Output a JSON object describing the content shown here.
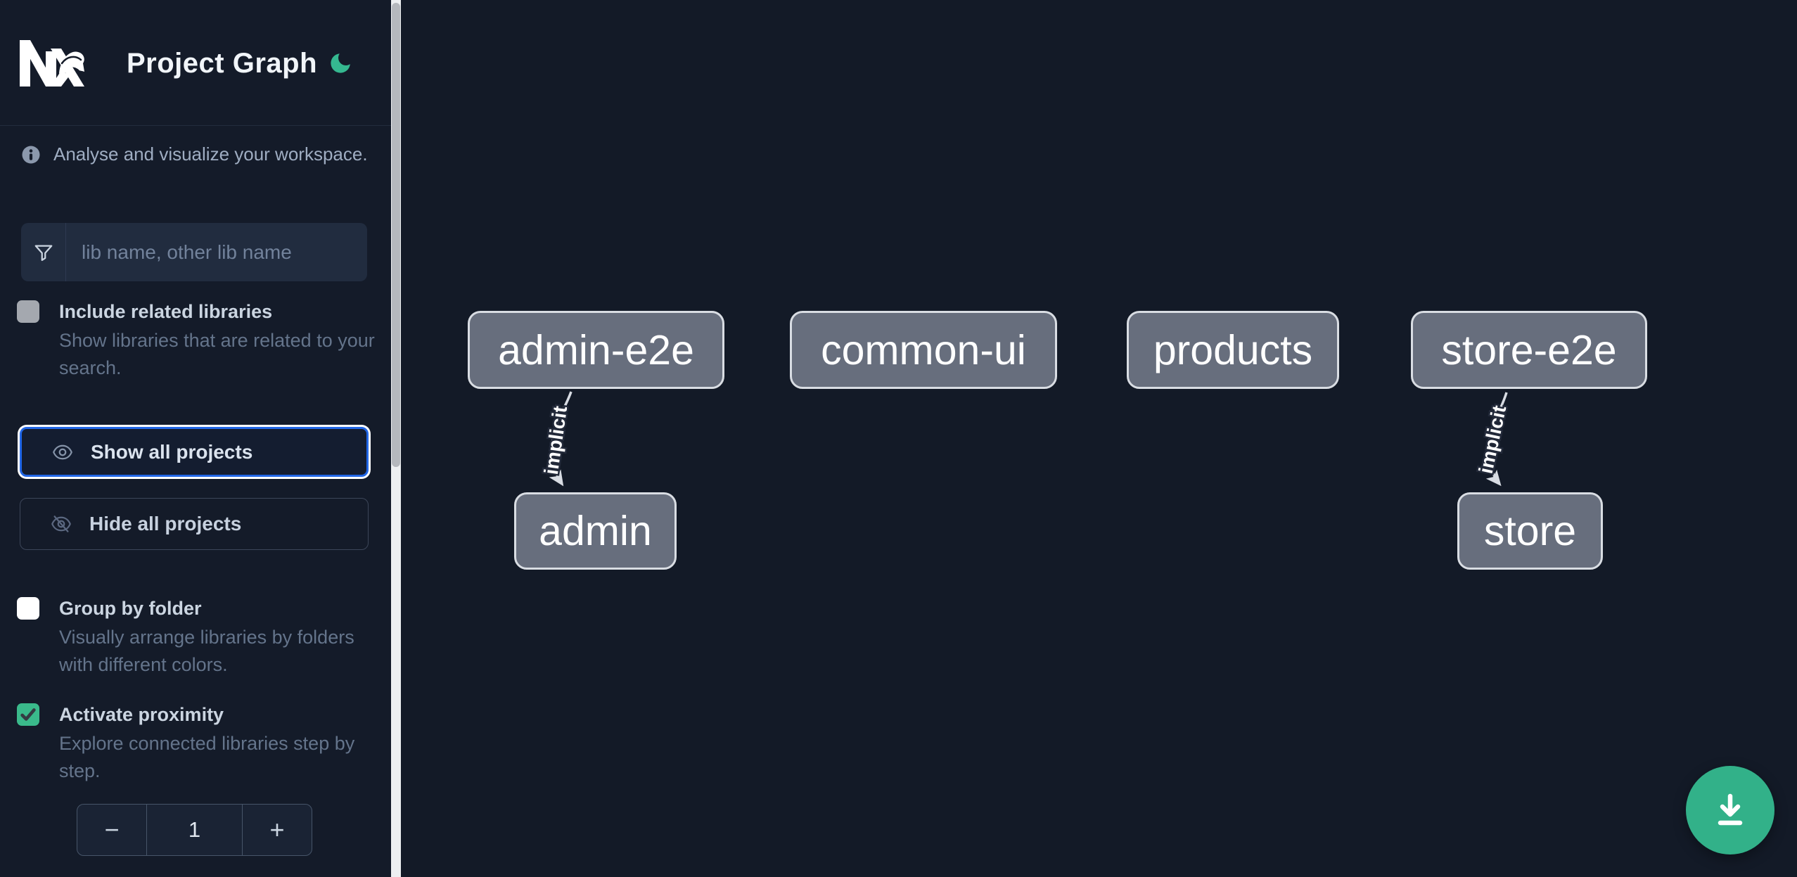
{
  "header": {
    "title": "Project Graph",
    "logo": "nx-logo",
    "theme_toggle_icon": "moon-icon"
  },
  "info": {
    "text": "Analyse and visualize your workspace."
  },
  "search": {
    "placeholder": "lib name, other lib name",
    "icon": "funnel-icon"
  },
  "toggles": {
    "include_related": {
      "label": "Include related libraries",
      "description": "Show libraries that are related to your search.",
      "checked": false
    },
    "group_by_folder": {
      "label": "Group by folder",
      "description": "Visually arrange libraries by folders with different colors.",
      "checked": false
    },
    "activate_proximity": {
      "label": "Activate proximity",
      "description": "Explore connected libraries step by step.",
      "checked": true
    }
  },
  "buttons": {
    "show_all": "Show all projects",
    "hide_all": "Hide all projects"
  },
  "stepper": {
    "decrease": "−",
    "value": "1",
    "increase": "+"
  },
  "graph": {
    "nodes": [
      {
        "label": "admin-e2e"
      },
      {
        "label": "common-ui"
      },
      {
        "label": "products"
      },
      {
        "label": "store-e2e"
      },
      {
        "label": "admin"
      },
      {
        "label": "store"
      }
    ],
    "edges": [
      {
        "from": "admin-e2e",
        "to": "admin",
        "label": "implicit"
      },
      {
        "from": "store-e2e",
        "to": "store",
        "label": "implicit"
      }
    ]
  },
  "colors": {
    "accent_green": "#3aba8b",
    "focus_blue": "#2166e6",
    "node_fill": "#676e7d",
    "node_border": "#d9dde3",
    "background": "#131a27"
  }
}
